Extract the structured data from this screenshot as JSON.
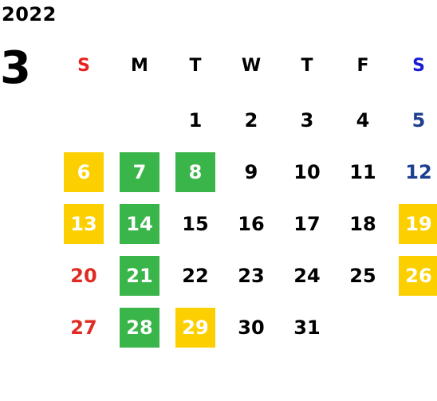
{
  "calendar": {
    "year": "2022",
    "month": "3",
    "weekdays": [
      "S",
      "M",
      "T",
      "W",
      "T",
      "F",
      "S"
    ],
    "colors": {
      "sunday": "#e02b22",
      "saturday": "#1d3f8f",
      "highlight_green": "#3ab54a",
      "highlight_yellow": "#fcd000"
    },
    "weeks": [
      [
        {
          "day": "",
          "mark": "none"
        },
        {
          "day": "",
          "mark": "none"
        },
        {
          "day": "1",
          "mark": "none"
        },
        {
          "day": "2",
          "mark": "none"
        },
        {
          "day": "3",
          "mark": "none"
        },
        {
          "day": "4",
          "mark": "none"
        },
        {
          "day": "5",
          "mark": "none"
        }
      ],
      [
        {
          "day": "6",
          "mark": "yellow"
        },
        {
          "day": "7",
          "mark": "green"
        },
        {
          "day": "8",
          "mark": "green"
        },
        {
          "day": "9",
          "mark": "none"
        },
        {
          "day": "10",
          "mark": "none"
        },
        {
          "day": "11",
          "mark": "none"
        },
        {
          "day": "12",
          "mark": "none"
        }
      ],
      [
        {
          "day": "13",
          "mark": "yellow"
        },
        {
          "day": "14",
          "mark": "green"
        },
        {
          "day": "15",
          "mark": "none"
        },
        {
          "day": "16",
          "mark": "none"
        },
        {
          "day": "17",
          "mark": "none"
        },
        {
          "day": "18",
          "mark": "none"
        },
        {
          "day": "19",
          "mark": "yellow"
        }
      ],
      [
        {
          "day": "20",
          "mark": "none"
        },
        {
          "day": "21",
          "mark": "green"
        },
        {
          "day": "22",
          "mark": "none"
        },
        {
          "day": "23",
          "mark": "none"
        },
        {
          "day": "24",
          "mark": "none"
        },
        {
          "day": "25",
          "mark": "none"
        },
        {
          "day": "26",
          "mark": "yellow"
        }
      ],
      [
        {
          "day": "27",
          "mark": "none"
        },
        {
          "day": "28",
          "mark": "green"
        },
        {
          "day": "29",
          "mark": "yellow"
        },
        {
          "day": "30",
          "mark": "none"
        },
        {
          "day": "31",
          "mark": "none"
        },
        {
          "day": "",
          "mark": "none"
        },
        {
          "day": "",
          "mark": "none"
        }
      ]
    ]
  }
}
